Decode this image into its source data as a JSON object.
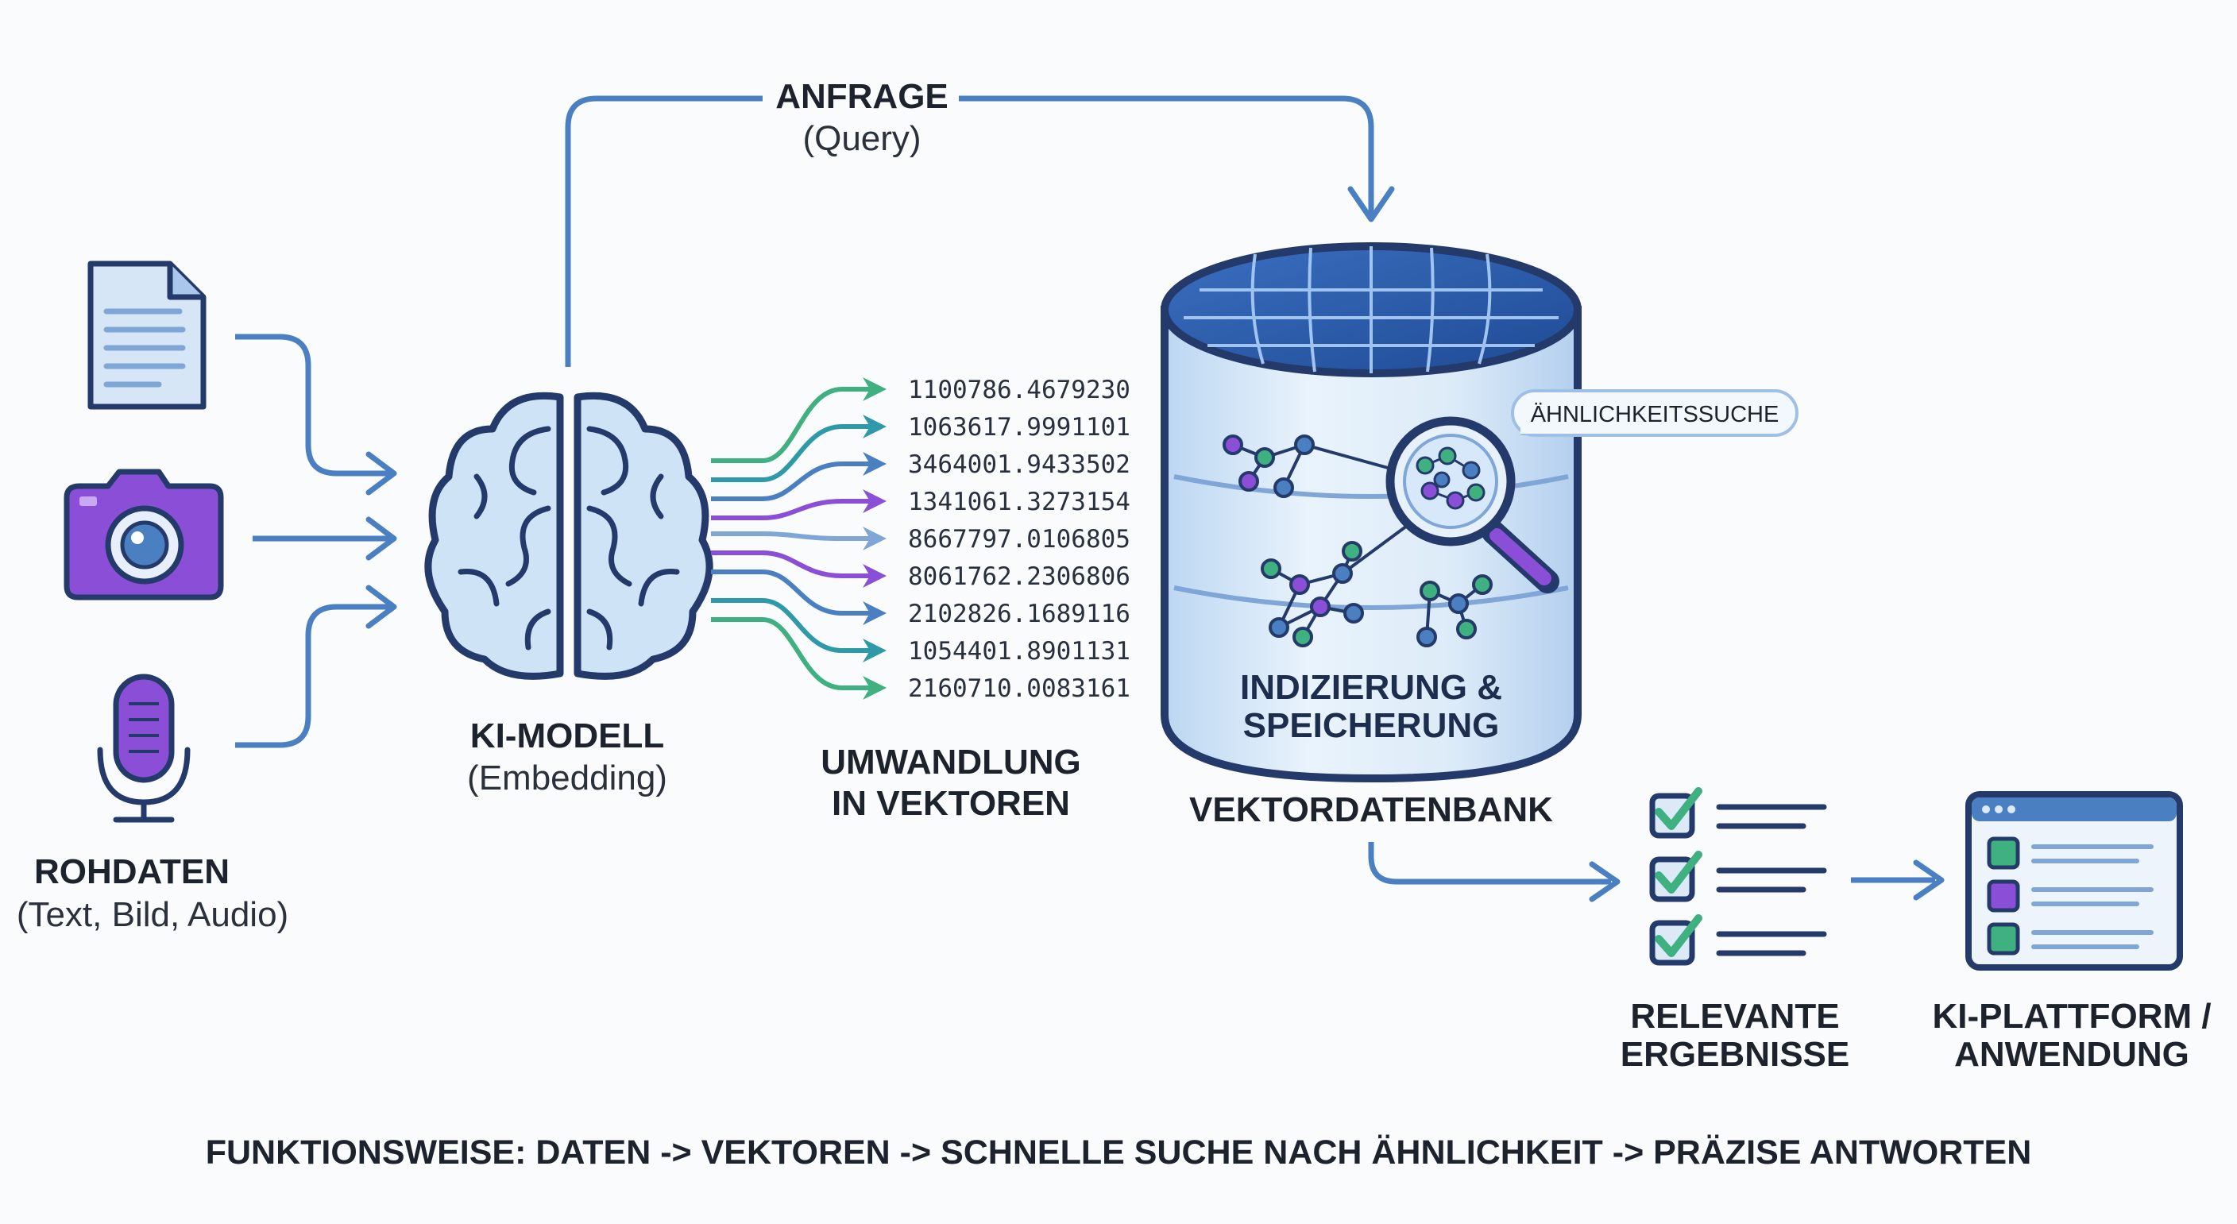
{
  "colors": {
    "background": "#f9fbfc",
    "flow_blue": "#4a7fc1",
    "outline_navy": "#243a6b",
    "light_blue": "#cfe3f7",
    "purple": "#8a4fd6",
    "green": "#3fb07f",
    "teal": "#2e9aa8"
  },
  "query": {
    "title": "ANFRAGE",
    "subtitle": "(Query)"
  },
  "raw_data": {
    "title": "ROHDATEN",
    "subtitle": "(Text, Bild, Audio)",
    "icons": [
      "document-icon",
      "camera-icon",
      "microphone-icon"
    ]
  },
  "model": {
    "title": "KI-MODELL",
    "subtitle": "(Embedding)",
    "icon": "brain-icon"
  },
  "vectors": {
    "title_line1": "UMWANDLUNG",
    "title_line2": "IN VEKTOREN",
    "values": [
      "1100786.4679230",
      "1063617.9991101",
      "3464001.9433502",
      "1341061.3273154",
      "8667797.0106805",
      "8061762.2306806",
      "2102826.1689116",
      "1054401.8901131",
      "2160710.0083161"
    ]
  },
  "database": {
    "title": "VEKTORDATENBANK",
    "inner_line1": "INDIZIERUNG &",
    "inner_line2": "SPEICHERUNG",
    "search_badge": "ÄHNLICHKEITSSUCHE",
    "icon": "database-cylinder-icon"
  },
  "results": {
    "title_line1": "RELEVANTE",
    "title_line2": "ERGEBNISSE",
    "icon": "checklist-icon"
  },
  "platform": {
    "title_line1": "KI-PLATTFORM /",
    "title_line2": "ANWENDUNG",
    "icon": "app-window-icon"
  },
  "footer": {
    "text": "FUNKTIONSWEISE: DATEN -> VEKTOREN -> SCHNELLE SUCHE NACH ÄHNLICHKEIT -> PRÄZISE ANTWORTEN"
  }
}
